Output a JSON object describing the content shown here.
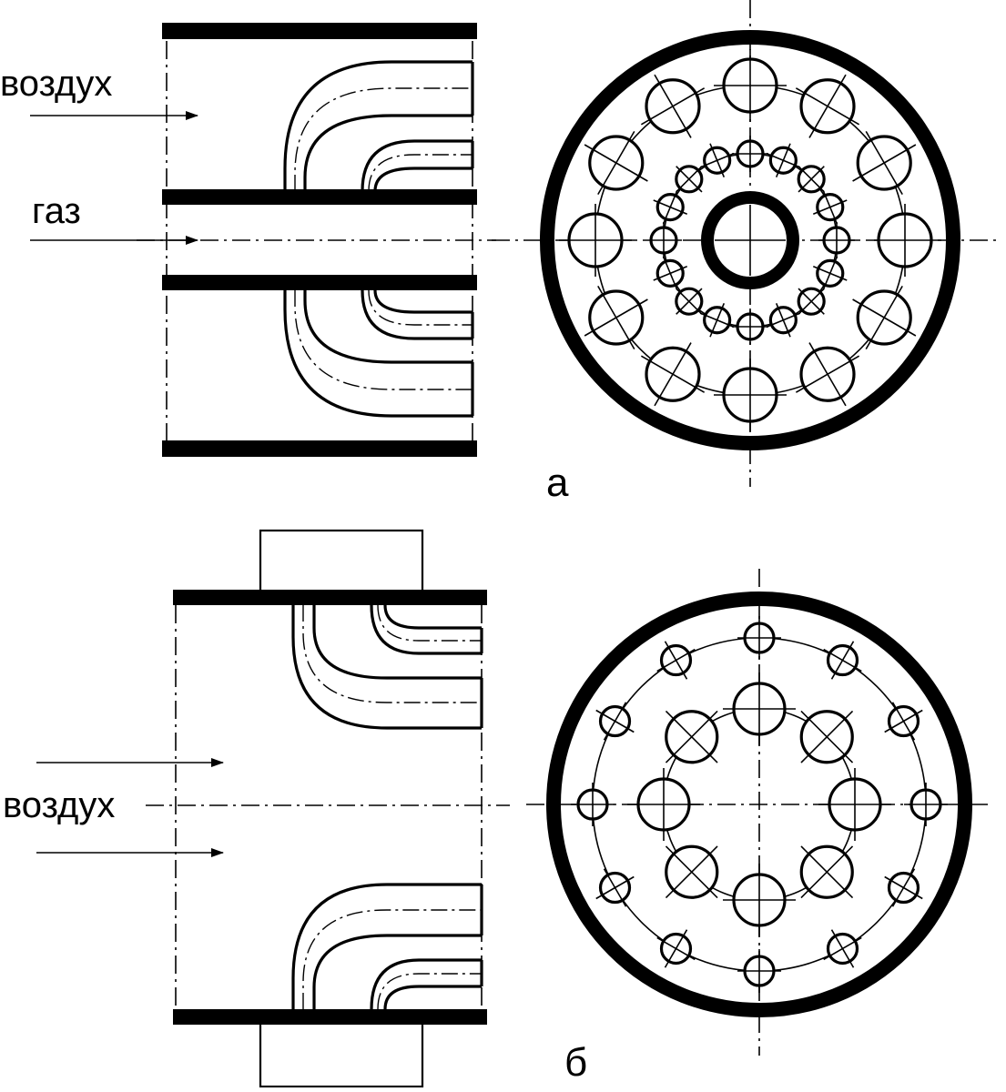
{
  "labels": {
    "a_air": "воздух",
    "a_gas": "газ",
    "b_air": "воздух",
    "panel_a": "а",
    "panel_b": "б"
  },
  "colors": {
    "ink": "#000000",
    "paper": "#ffffff"
  },
  "panels": [
    {
      "id": "a",
      "outer_ring_holes": 12,
      "inner_ring_holes": 16,
      "central_tube": true,
      "side_view_nozzles": 4
    },
    {
      "id": "b",
      "outer_ring_holes": 12,
      "inner_ring_holes": 8,
      "central_tube": false,
      "side_view_nozzles": 4
    }
  ]
}
